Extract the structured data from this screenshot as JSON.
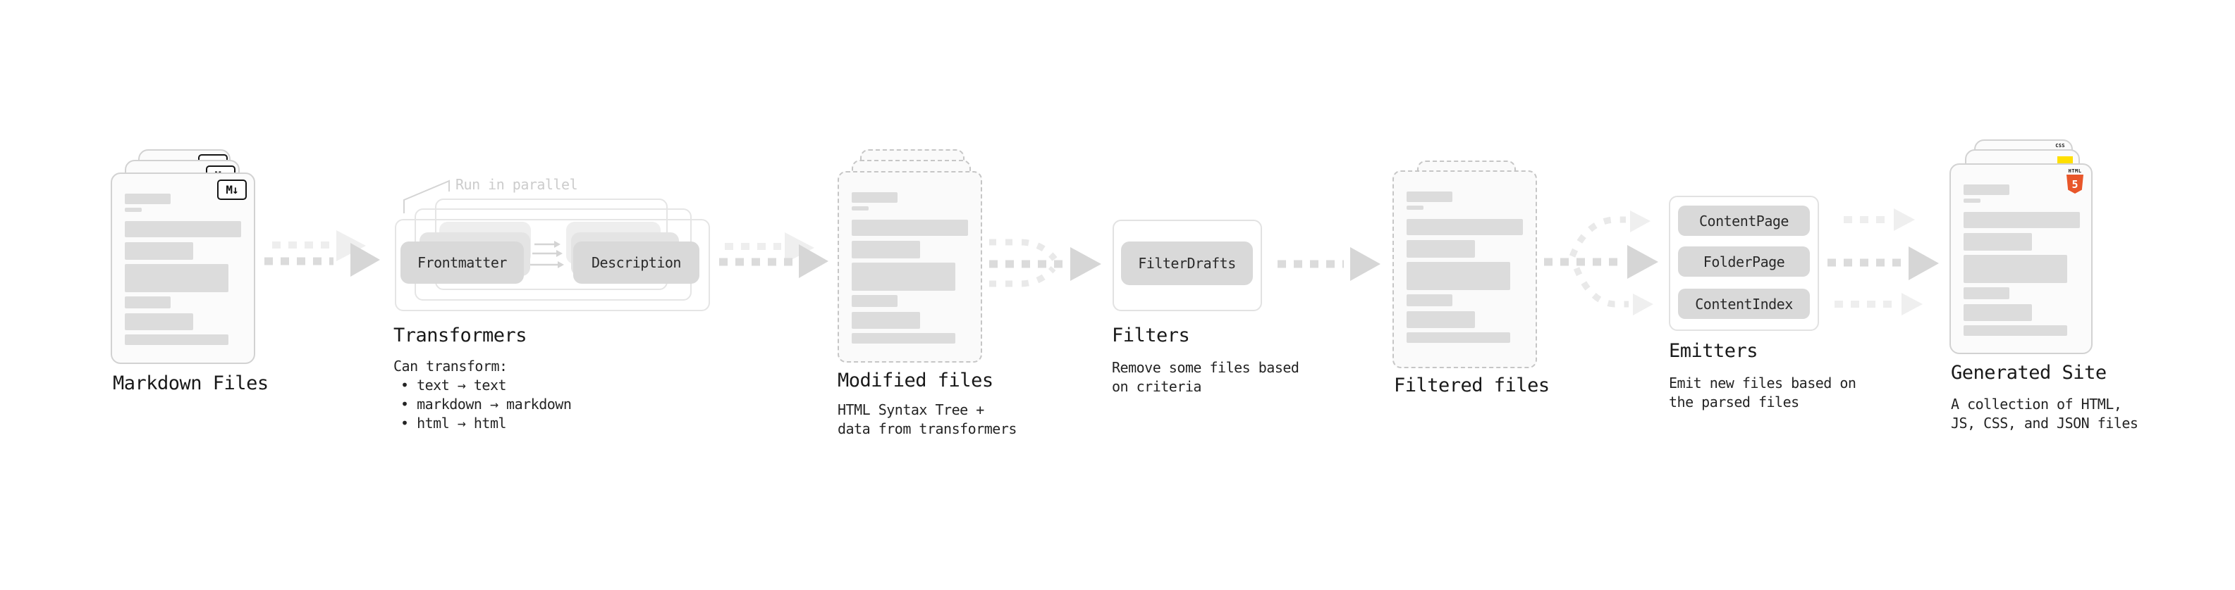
{
  "stages": {
    "markdown_files": {
      "label": "Markdown Files",
      "badge": "M↓"
    },
    "transformers": {
      "label": "Transformers",
      "annotation": "Run in parallel",
      "pill_left": "Frontmatter",
      "pill_right": "Description",
      "note_title": "Can transform:",
      "bullets": [
        "• text → text",
        "• markdown → markdown",
        "• html → html"
      ]
    },
    "modified_files": {
      "label": "Modified files",
      "note_lines": [
        "HTML Syntax Tree +",
        "data from transformers"
      ]
    },
    "filters": {
      "label": "Filters",
      "pill": "FilterDrafts",
      "note_lines": [
        "Remove some files based",
        "on criteria"
      ]
    },
    "filtered_files": {
      "label": "Filtered files"
    },
    "emitters": {
      "label": "Emitters",
      "pills": [
        "ContentPage",
        "FolderPage",
        "ContentIndex"
      ],
      "note_lines": [
        "Emit new files based on",
        "the parsed files"
      ]
    },
    "generated_site": {
      "label": "Generated Site",
      "note_lines": [
        "A collection of HTML,",
        "JS, CSS, and JSON files"
      ],
      "badges": {
        "css": "CSS",
        "html_word": "HTML",
        "html_five": "5"
      }
    }
  },
  "colors": {
    "html_orange": "#e8562a",
    "js_yellow": "#ffdf00",
    "css_blue": "#2f6bff"
  }
}
